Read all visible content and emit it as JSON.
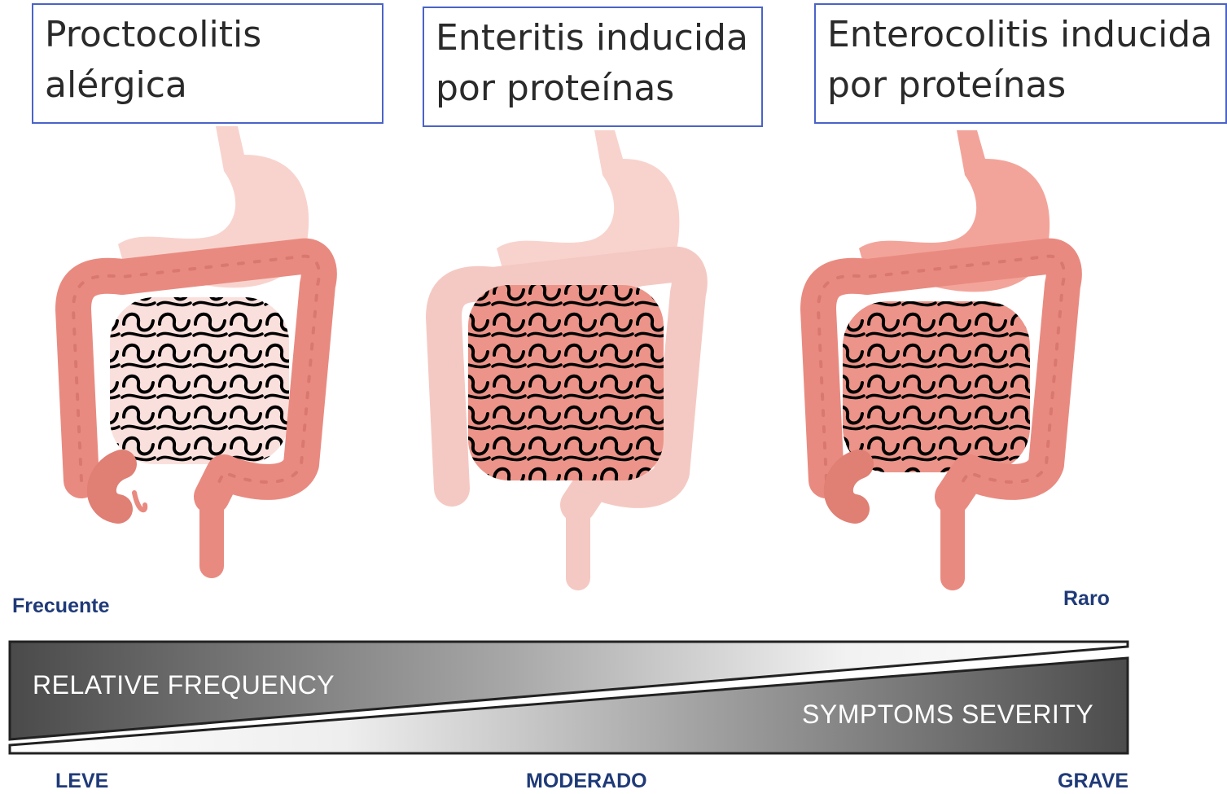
{
  "titles": [
    "Proctocolitis\nalérgica",
    "Enteritis inducida\npor proteínas",
    "Enterocolitis inducida\npor proteínas"
  ],
  "scale": {
    "frequency_high_label": "Frecuente",
    "frequency_low_label": "Raro",
    "frequency_bar_label": "RELATIVE FREQUENCY",
    "severity_bar_label": "SYMPTOMS SEVERITY",
    "severity_levels": [
      "LEVE",
      "MODERADO",
      "GRAVE"
    ]
  },
  "colors": {
    "box_border": "#4a63c8",
    "label_text": "#1f3a78",
    "intestine_active": "#e98a80",
    "intestine_faded": "#f6cfca",
    "stomach_active": "#f3a49a",
    "stomach_faded": "#f8d3cd"
  },
  "illustrations": [
    {
      "name": "proctocolitis",
      "highlight": "colon"
    },
    {
      "name": "enteritis",
      "highlight": "small-intestine"
    },
    {
      "name": "enterocolitis",
      "highlight": "colon-and-small-intestine"
    }
  ]
}
